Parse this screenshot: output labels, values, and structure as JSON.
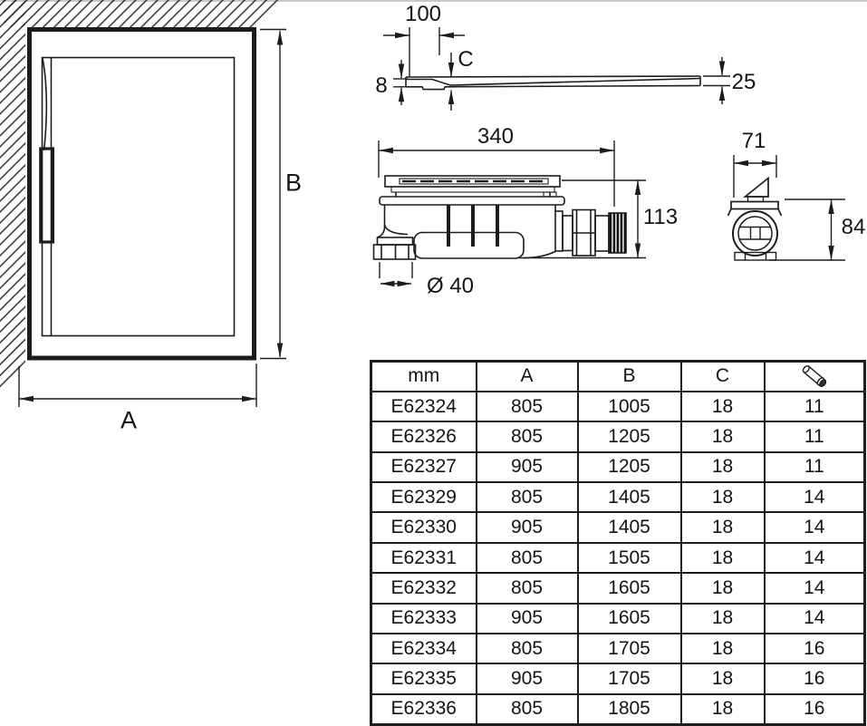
{
  "colors": {
    "line": "#1c1c1c",
    "background": "#ffffff",
    "top_border": "#c8c8c8"
  },
  "plan_view": {
    "width_label": "A",
    "height_label": "B"
  },
  "profile_view": {
    "edge_distance": "100",
    "depth_label": "C",
    "lip_height": "8",
    "thickness": "25"
  },
  "drain_section_view": {
    "length": "340",
    "height": "113",
    "outlet_diameter": "Ø 40"
  },
  "drain_side_view": {
    "width": "71",
    "height": "84"
  },
  "spec_table": {
    "unit_header": "mm",
    "col_a": "A",
    "col_b": "B",
    "col_c": "C",
    "weight_icon": "weight-roller-icon",
    "rows": [
      [
        "E62324",
        "805",
        "1005",
        "18",
        "11"
      ],
      [
        "E62326",
        "805",
        "1205",
        "18",
        "11"
      ],
      [
        "E62327",
        "905",
        "1205",
        "18",
        "11"
      ],
      [
        "E62329",
        "805",
        "1405",
        "18",
        "14"
      ],
      [
        "E62330",
        "905",
        "1405",
        "18",
        "14"
      ],
      [
        "E62331",
        "805",
        "1505",
        "18",
        "14"
      ],
      [
        "E62332",
        "805",
        "1605",
        "18",
        "14"
      ],
      [
        "E62333",
        "905",
        "1605",
        "18",
        "14"
      ],
      [
        "E62334",
        "805",
        "1705",
        "18",
        "16"
      ],
      [
        "E62335",
        "905",
        "1705",
        "18",
        "16"
      ],
      [
        "E62336",
        "805",
        "1805",
        "18",
        "16"
      ]
    ]
  }
}
